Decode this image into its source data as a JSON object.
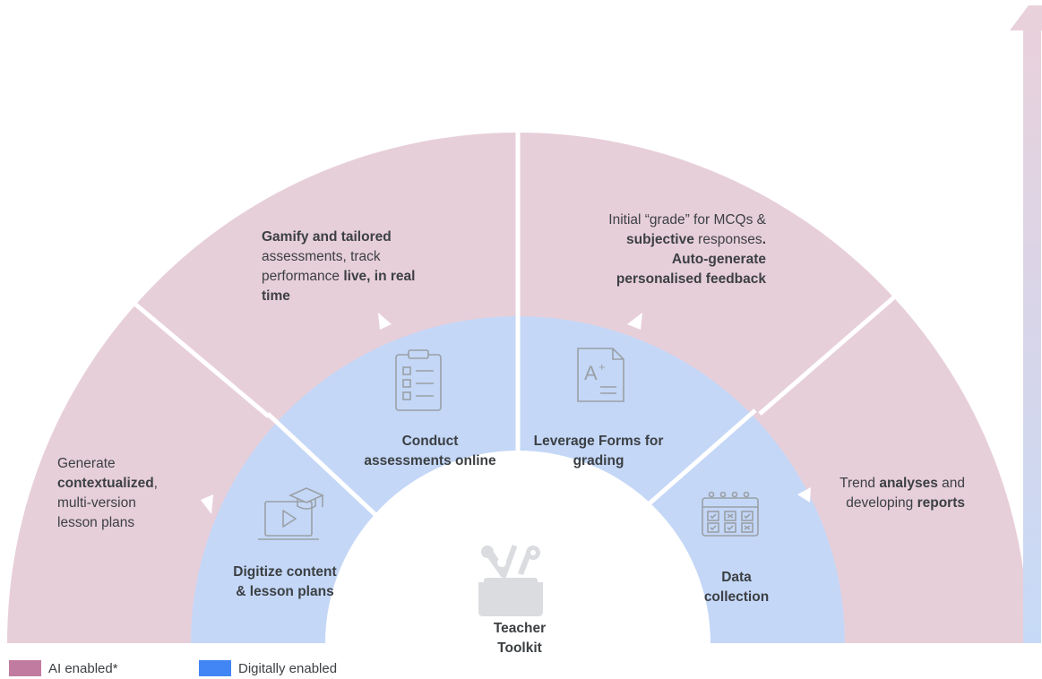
{
  "outer": {
    "lesson_plans": [
      "Generate",
      "contextualized",
      ",",
      "multi-version",
      "lesson plans"
    ],
    "assessments": [
      "Gamify and tailored",
      "assessments",
      ", track",
      "performance ",
      "live, in real",
      "time"
    ],
    "grading": [
      "Initial “grade” for  MCQs &",
      "subjective",
      " responses",
      ".",
      "Auto-generate",
      "personalised feedback"
    ],
    "reports": [
      "Trend ",
      "analyses",
      " and",
      "developing ",
      "reports"
    ]
  },
  "inner": {
    "digitize": [
      "Digitize content",
      "& lesson plans"
    ],
    "conduct": [
      "Conduct",
      "assessments online"
    ],
    "forms": [
      "Leverage Forms for",
      "grading"
    ],
    "data": [
      "Data",
      "collection"
    ]
  },
  "hub": {
    "line1": "Teacher",
    "line2": "Toolkit"
  },
  "icons": {
    "digitize": "laptop-graduation-icon",
    "conduct": "clipboard-checklist-icon",
    "forms": "graded-document-icon",
    "data": "calendar-icon",
    "hub": "toolbox-icon"
  },
  "legend": {
    "ai": "AI enabled*",
    "digital": "Digitally enabled"
  },
  "colors": {
    "ai": "#e7cfda",
    "digital": "#c4d7f7",
    "ai_swatch": "#c27ba0",
    "digital_swatch": "#4285f4",
    "text": "#3c4043",
    "arrow_top": "#e9d1dc",
    "arrow_bottom": "#c6daf7"
  }
}
